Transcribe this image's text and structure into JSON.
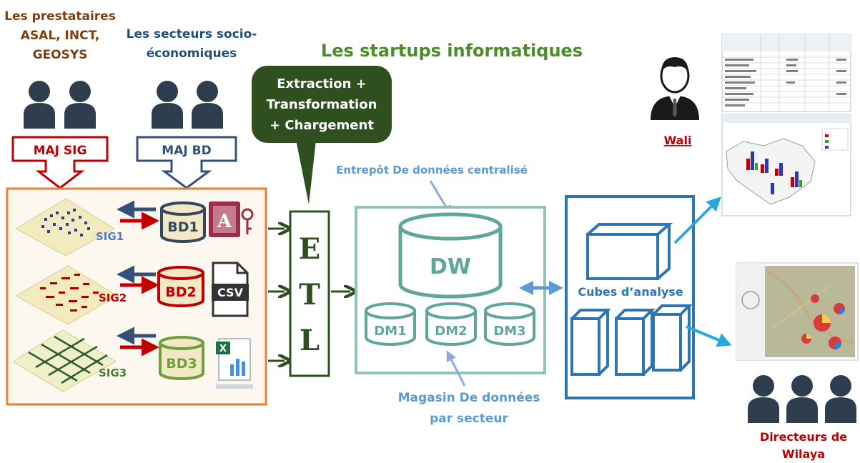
{
  "labels": {
    "providers_line1": "Les prestataires",
    "providers_line2": "ASAL, INCT,",
    "providers_line3": "GEOSYS",
    "sectors_line1": "Les secteurs  socio-",
    "sectors_line2": "économiques",
    "startups": "Les startups informatiques",
    "maj_sig": "MAJ  SIG",
    "maj_bd": "MAJ BD",
    "etl_bubble_line1": "Extraction +",
    "etl_bubble_line2": "Transformation",
    "etl_bubble_line3": "+ Chargement",
    "etl_e": "E",
    "etl_t": "T",
    "etl_l": "L",
    "entrepot": "Entrepôt De données centralisé",
    "dw": "DW",
    "dm1": "DM1",
    "dm2": "DM2",
    "dm3": "DM3",
    "magasin_line1": "Magasin De données",
    "magasin_line2": "par secteur",
    "cubes": "Cubes d’analyse",
    "wali": "Wali",
    "directeurs_line1": "Directeurs de",
    "directeurs_line2": "Wilaya",
    "sig1": "SIG1",
    "sig2": "SIG2",
    "sig3": "SIG3",
    "bd1": "BD1",
    "bd2": "BD2",
    "bd3": "BD3",
    "csv": "CSV"
  },
  "icons": {
    "access": "access-database-icon",
    "csv": "csv-file-icon",
    "excel": "excel-spreadsheet-icon"
  },
  "colors": {
    "providers": "#7b3f12",
    "sectors": "#1f4e79",
    "startups": "#4e8b2c",
    "sig_red": "#c00000",
    "bd_blue": "#33507a",
    "bd1": "#34495e",
    "bd2": "#c00000",
    "bd3": "#6f9e3a",
    "orange_frame": "#ed7d31",
    "etl": "#2f4f1f",
    "teal": "#5ea79a",
    "cubes": "#2e75b6",
    "light_blue": "#5b9bd5",
    "arrow_cyan": "#29a8e0",
    "person": "#2f3e4e",
    "wali": "#c00000"
  }
}
